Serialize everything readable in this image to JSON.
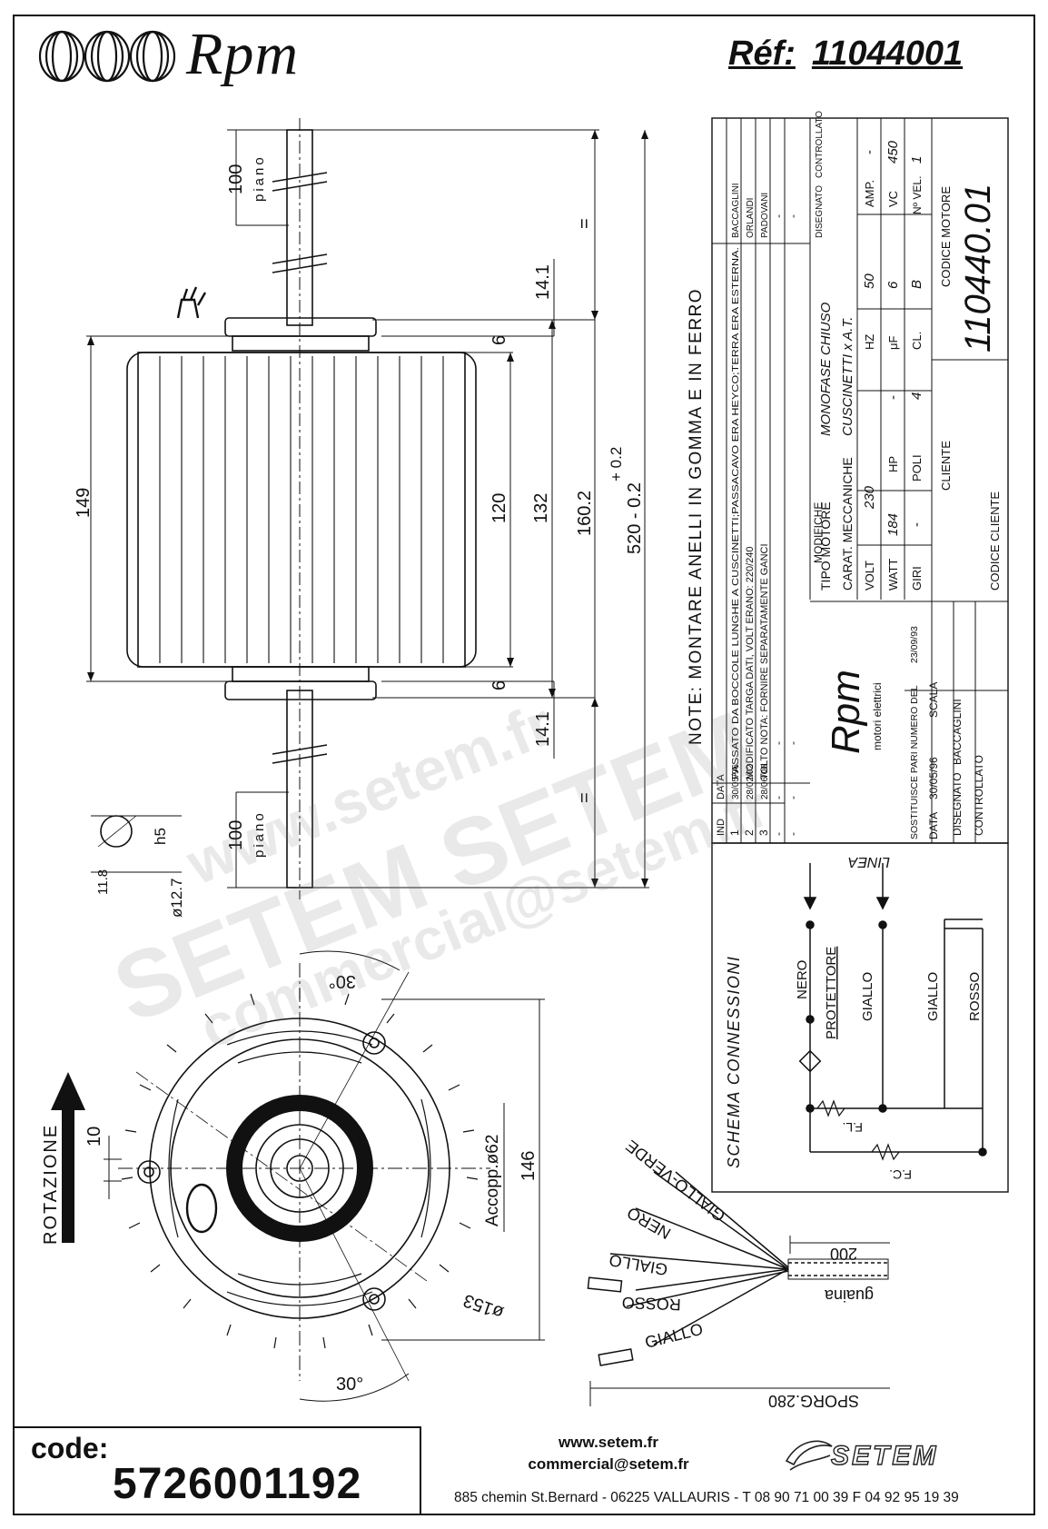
{
  "header": {
    "brand": "Rpm",
    "ref_label": "Réf:",
    "ref_value": "11044001"
  },
  "drawing": {
    "note": "NOTE: MONTARE ANELLI IN GOMMA E IN FERRO",
    "dimensions": {
      "piano_top": "100",
      "piano_top_label": "piano",
      "piano_bottom": "100",
      "piano_bottom_label": "piano",
      "d149": "149",
      "d14_1_top": "14.1",
      "d14_1_bottom": "14.1",
      "d6_top": "6",
      "d6_bottom": "6",
      "d120": "120",
      "d132": "132",
      "d160_2": "160.2",
      "d520": "520 - 0.2",
      "tol_plus": "+ 0.2",
      "eq_top": "=",
      "eq_bottom": "=",
      "h5": "h5",
      "d12_7": "ø12.7",
      "d11_8": "11.8"
    },
    "front_view": {
      "rotation": "ROTAZIONE",
      "d10": "10",
      "angle_top": "30°",
      "angle_bottom": "30°",
      "d146": "146",
      "accopp": "Accopp.ø62",
      "d153": "ø153"
    },
    "cable": {
      "wires": [
        "GIALLO-VERDE",
        "NERO",
        "GIALLO",
        "ROSSO",
        "GIALLO"
      ],
      "d200": "200",
      "guaina": "guaina",
      "sporg": "SPORG.280"
    }
  },
  "title_block": {
    "revisions": {
      "headers": [
        "IND",
        "DATA",
        "MODIFICHE",
        "DISEGNATO",
        "CONTROLLATO"
      ],
      "rows": [
        [
          "1",
          "30/05/96",
          "PASSATO DA BOCCOLE LUNGHE A CUSCINETTI;PASSACAVO ERA HEYCO;TERRA ERA ESTERNA.",
          "BACCAGLINI",
          ""
        ],
        [
          "2",
          "28/02/02",
          "MODIFICATO TARGA DATI, VOLT ERANO: 220/240",
          "ORLANDI",
          ""
        ],
        [
          "3",
          "28/06/06",
          "TOLTO NOTA: FORNIRE SEPARATAMENTE GANCI",
          "PADOVANI",
          ""
        ],
        [
          "-",
          "-",
          "-",
          "-",
          ""
        ],
        [
          "-",
          "-",
          "-",
          "-",
          ""
        ]
      ]
    },
    "tipo_motore_label": "TIPO MOTORE",
    "tipo_motore_value": "MONOFASE CHIUSO",
    "carat_label": "CARAT. MECCANICHE",
    "carat_value": "CUSCINETTI x A.T.",
    "specs": [
      [
        "VOLT",
        "230",
        "HZ",
        "50",
        "AMP.",
        "-"
      ],
      [
        "WATT",
        "184",
        "HP",
        "-",
        "μF",
        "6",
        "VC",
        "450"
      ],
      [
        "GIRI",
        "-",
        "POLI",
        "4",
        "CL.",
        "B",
        "Nº VEL.",
        "1"
      ]
    ],
    "cliente_label": "CLIENTE",
    "codice_motore_label": "CODICE MOTORE",
    "codice_motore_value": "110440.01",
    "codice_cliente_label": "CODICE CLIENTE",
    "company_logo": "Rpm",
    "company_sub": "motori elettrici",
    "sostituisce": "SOSTITUISCE PARI NUMERO DEL",
    "sostituisce_date": "23/09/93",
    "data_label": "DATA",
    "data_value": "30/05/96",
    "scala_label": "SCALA",
    "disegnato_label": "DISEGNATO",
    "disegnato_value": "BACCAGLINI",
    "controllato_label": "CONTROLLATO"
  },
  "schema": {
    "title": "SCHEMA CONNESSIONI",
    "linea": "LINEA",
    "labels": [
      "NERO",
      "PROTETTORE",
      "GIALLO",
      "GIALLO",
      "ROSSO",
      "F.L.",
      "F.C."
    ]
  },
  "footer": {
    "code_label": "code:",
    "code_value": "5726001192",
    "website": "www.setem.fr",
    "email": "commercial@setem.fr",
    "address": "885 chemin St.Bernard  -  06225 VALLAURIS  -  T 08 90 71 00 39   F 04 92 95 19 39",
    "logo": "SETEM"
  },
  "watermark": {
    "line1": "www.setem.fr",
    "line2": "SETEM  SETEM",
    "line3": "commercial@setem.fr"
  }
}
